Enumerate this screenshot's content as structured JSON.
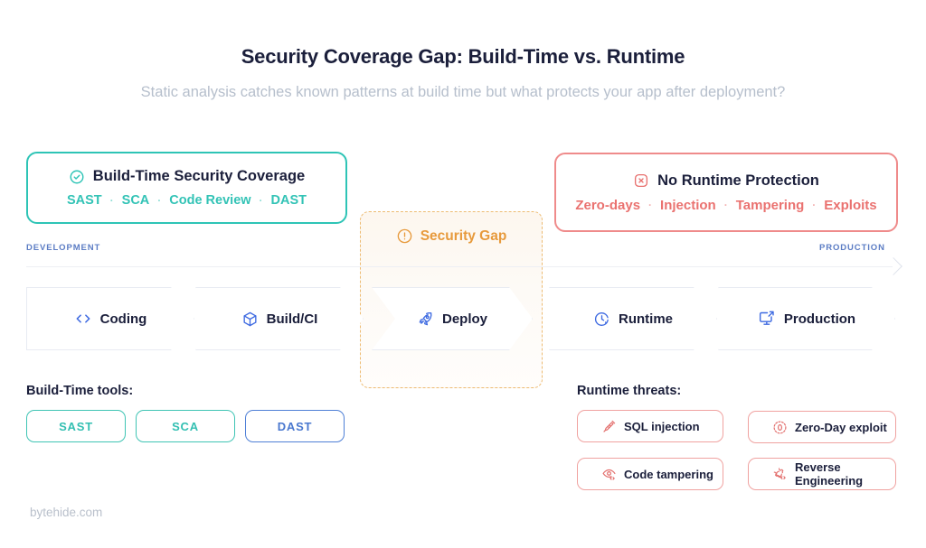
{
  "header": {
    "title": "Security Coverage Gap: Build-Time vs. Runtime",
    "subtitle": "Static analysis catches known patterns at build time but what protects your app after deployment?"
  },
  "cards": {
    "build": {
      "icon": "check-circle-icon",
      "heading": "Build-Time Security Coverage",
      "tags": [
        "SAST",
        "SCA",
        "Code Review",
        "DAST"
      ],
      "separator": "·",
      "color": "#2ec4b6"
    },
    "runtime": {
      "icon": "x-square-icon",
      "heading": "No Runtime Protection",
      "tags": [
        "Zero-days",
        "Injection",
        "Tampering",
        "Exploits"
      ],
      "separator": "·",
      "color": "#ef8b8b"
    }
  },
  "gap": {
    "icon": "alert-circle-icon",
    "label": "Security Gap",
    "color": "#e79a3c"
  },
  "timeline": {
    "start_label": "DEVELOPMENT",
    "end_label": "PRODUCTION",
    "label_color": "#5b7cc4",
    "stages": [
      {
        "label": "Coding",
        "icon": "code-brackets-icon"
      },
      {
        "label": "Build/CI",
        "icon": "cube-icon"
      },
      {
        "label": "Deploy",
        "icon": "rocket-icon"
      },
      {
        "label": "Runtime",
        "icon": "clock-play-icon"
      },
      {
        "label": "Production",
        "icon": "monitor-external-link-icon"
      }
    ],
    "stage_icon_color": "#3e6ae1"
  },
  "tools": {
    "label": "Build-Time tools:",
    "items": [
      {
        "label": "SAST",
        "color": "#33bfb2"
      },
      {
        "label": "SCA",
        "color": "#33bfb2"
      },
      {
        "label": "DAST",
        "color": "#4a78cf"
      }
    ]
  },
  "threats": {
    "label": "Runtime threats:",
    "color": "#e3706e",
    "items": [
      {
        "label": "SQL injection",
        "icon": "syringe-icon"
      },
      {
        "label": "Zero-Day exploit",
        "icon": "zero-day-circle-icon"
      },
      {
        "label": "Code tampering",
        "icon": "eye-code-icon"
      },
      {
        "label": "Reverse Engineering",
        "icon": "gear-code-icon"
      }
    ]
  },
  "footer": {
    "text": "bytehide.com"
  }
}
